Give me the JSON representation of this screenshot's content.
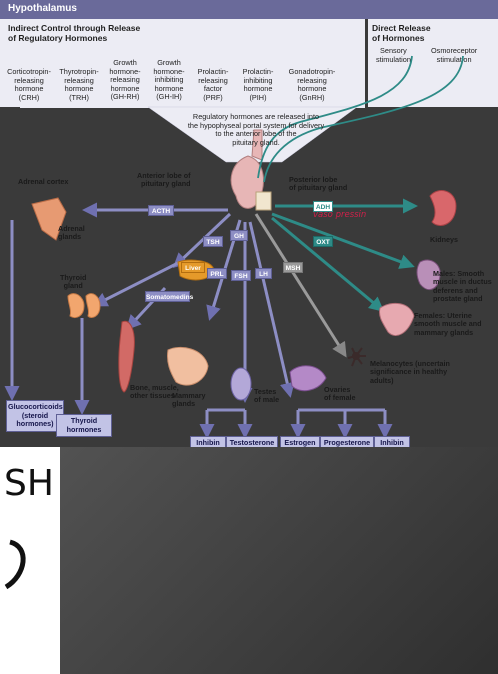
{
  "header": {
    "title": "Hypothalamus"
  },
  "indirect": {
    "title": "Indirect Control through Release\nof Regulatory Hormones",
    "hormones": [
      "Corticotropin-\nreleasing\nhormone\n(CRH)",
      "Thyrotropin-\nreleasing\nhormone\n(TRH)",
      "Growth\nhormone-\nreleasing\nhormone\n(GH-RH)",
      "Growth\nhormone-\ninhibiting\nhormone\n(GH-IH)",
      "Prolactin-\nreleasing\nfactor\n(PRF)",
      "Prolactin-\ninhibiting\nhormone\n(PIH)",
      "Gonadotropin-\nreleasing\nhormone\n(GnRH)"
    ]
  },
  "direct": {
    "title": "Direct Release\nof Hormones",
    "sensory": "Sensory\nstimulation",
    "osmo": "Osmoreceptor\nstimulation"
  },
  "portal_text": "Regulatory hormones are released into\nthe hypophyseal portal system for delivery\nto the anterior lobe of the\npituitary gland.",
  "labels": {
    "adrenal_cortex": "Adrenal cortex",
    "adrenal_glands": "Adrenal\nglands",
    "anterior_lobe": "Anterior lobe of\npituitary gland",
    "posterior_lobe": "Posterior lobe\nof pituitary gland",
    "kidneys": "Kidneys",
    "thyroid": "Thyroid\ngland",
    "liver": "Liver",
    "males": "Males: Smooth\nmuscle in ductus\ndeferens and\nprostate gland",
    "females": "Females: Uterine\nsmooth muscle and\nmammary glands",
    "melanocytes": "Melanocytes (uncertain\nsignificance in healthy\nadults)",
    "bone": "Bone, muscle,\nother tissues",
    "mammary": "Mammary\nglands",
    "testes": "Testes\nof male",
    "ovaries": "Ovaries\nof female"
  },
  "boxes": {
    "acth": "ACTH",
    "tsh": "TSH",
    "gh": "GH",
    "prl": "PRL",
    "fsh": "FSH",
    "lh": "LH",
    "msh": "MSH",
    "adh": "ADH",
    "oxt": "OXT",
    "somatomedins": "Somatomedins"
  },
  "handwritten": "vaso pressin",
  "end_boxes": {
    "gluco": "Glucocorticoids\n(steroid\nhormones)",
    "thyroid_h": "Thyroid\nhormones",
    "inhibin1": "Inhibin",
    "testosterone": "Testosterone",
    "estrogen": "Estrogen",
    "progesterone": "Progesterone",
    "inhibin2": "Inhibin"
  },
  "fragment_text": "SH",
  "colors": {
    "header": "#6a6a9a",
    "panel": "#ececf4",
    "arrow": "#8d8ec4",
    "teal": "#2e8b87",
    "msh": "#9a9a9a"
  }
}
